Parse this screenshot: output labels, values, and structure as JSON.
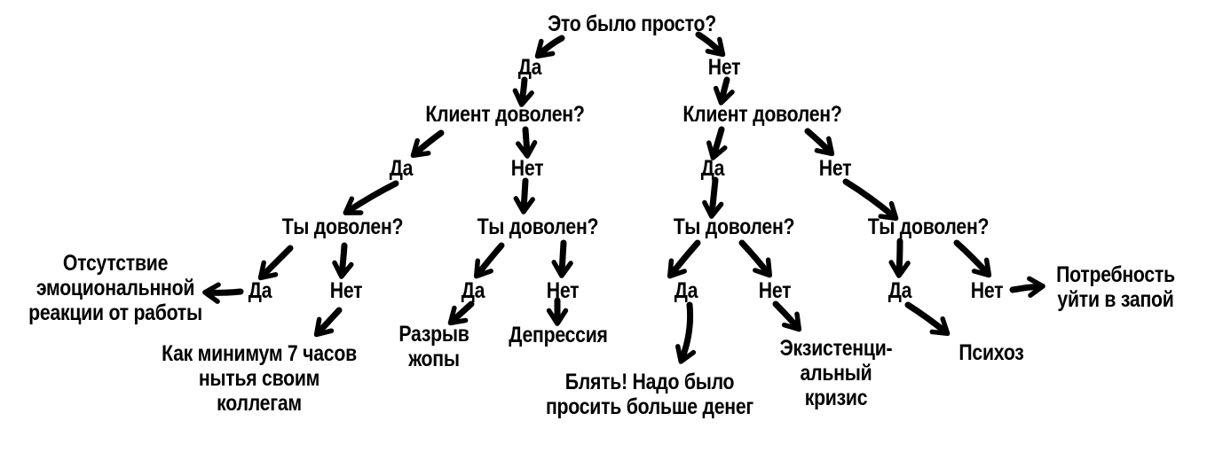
{
  "colors": {
    "background": "#ffffff",
    "ink": "#000000"
  },
  "labels": {
    "q_root": "Это было просто?",
    "q_client": "Клиент доволен?",
    "q_you": "Ты доволен?",
    "yes": "Да",
    "no": "Нет"
  },
  "outcomes": {
    "no_emotion": "Отсутствие\nэмоциональнной\nреакции от работы",
    "whining": "Как минимум 7 часов\nнытья своим\nколлегам",
    "torn_ass": "Разрыв\nжопы",
    "depression": "Депрессия",
    "more_money": "Блять! Надо было\nпросить больше денег",
    "existential_crisis": "Экзистенци-\nальный\nкризис",
    "psychosis": "Психоз",
    "binge": "Потребность\nуйти в запой"
  }
}
